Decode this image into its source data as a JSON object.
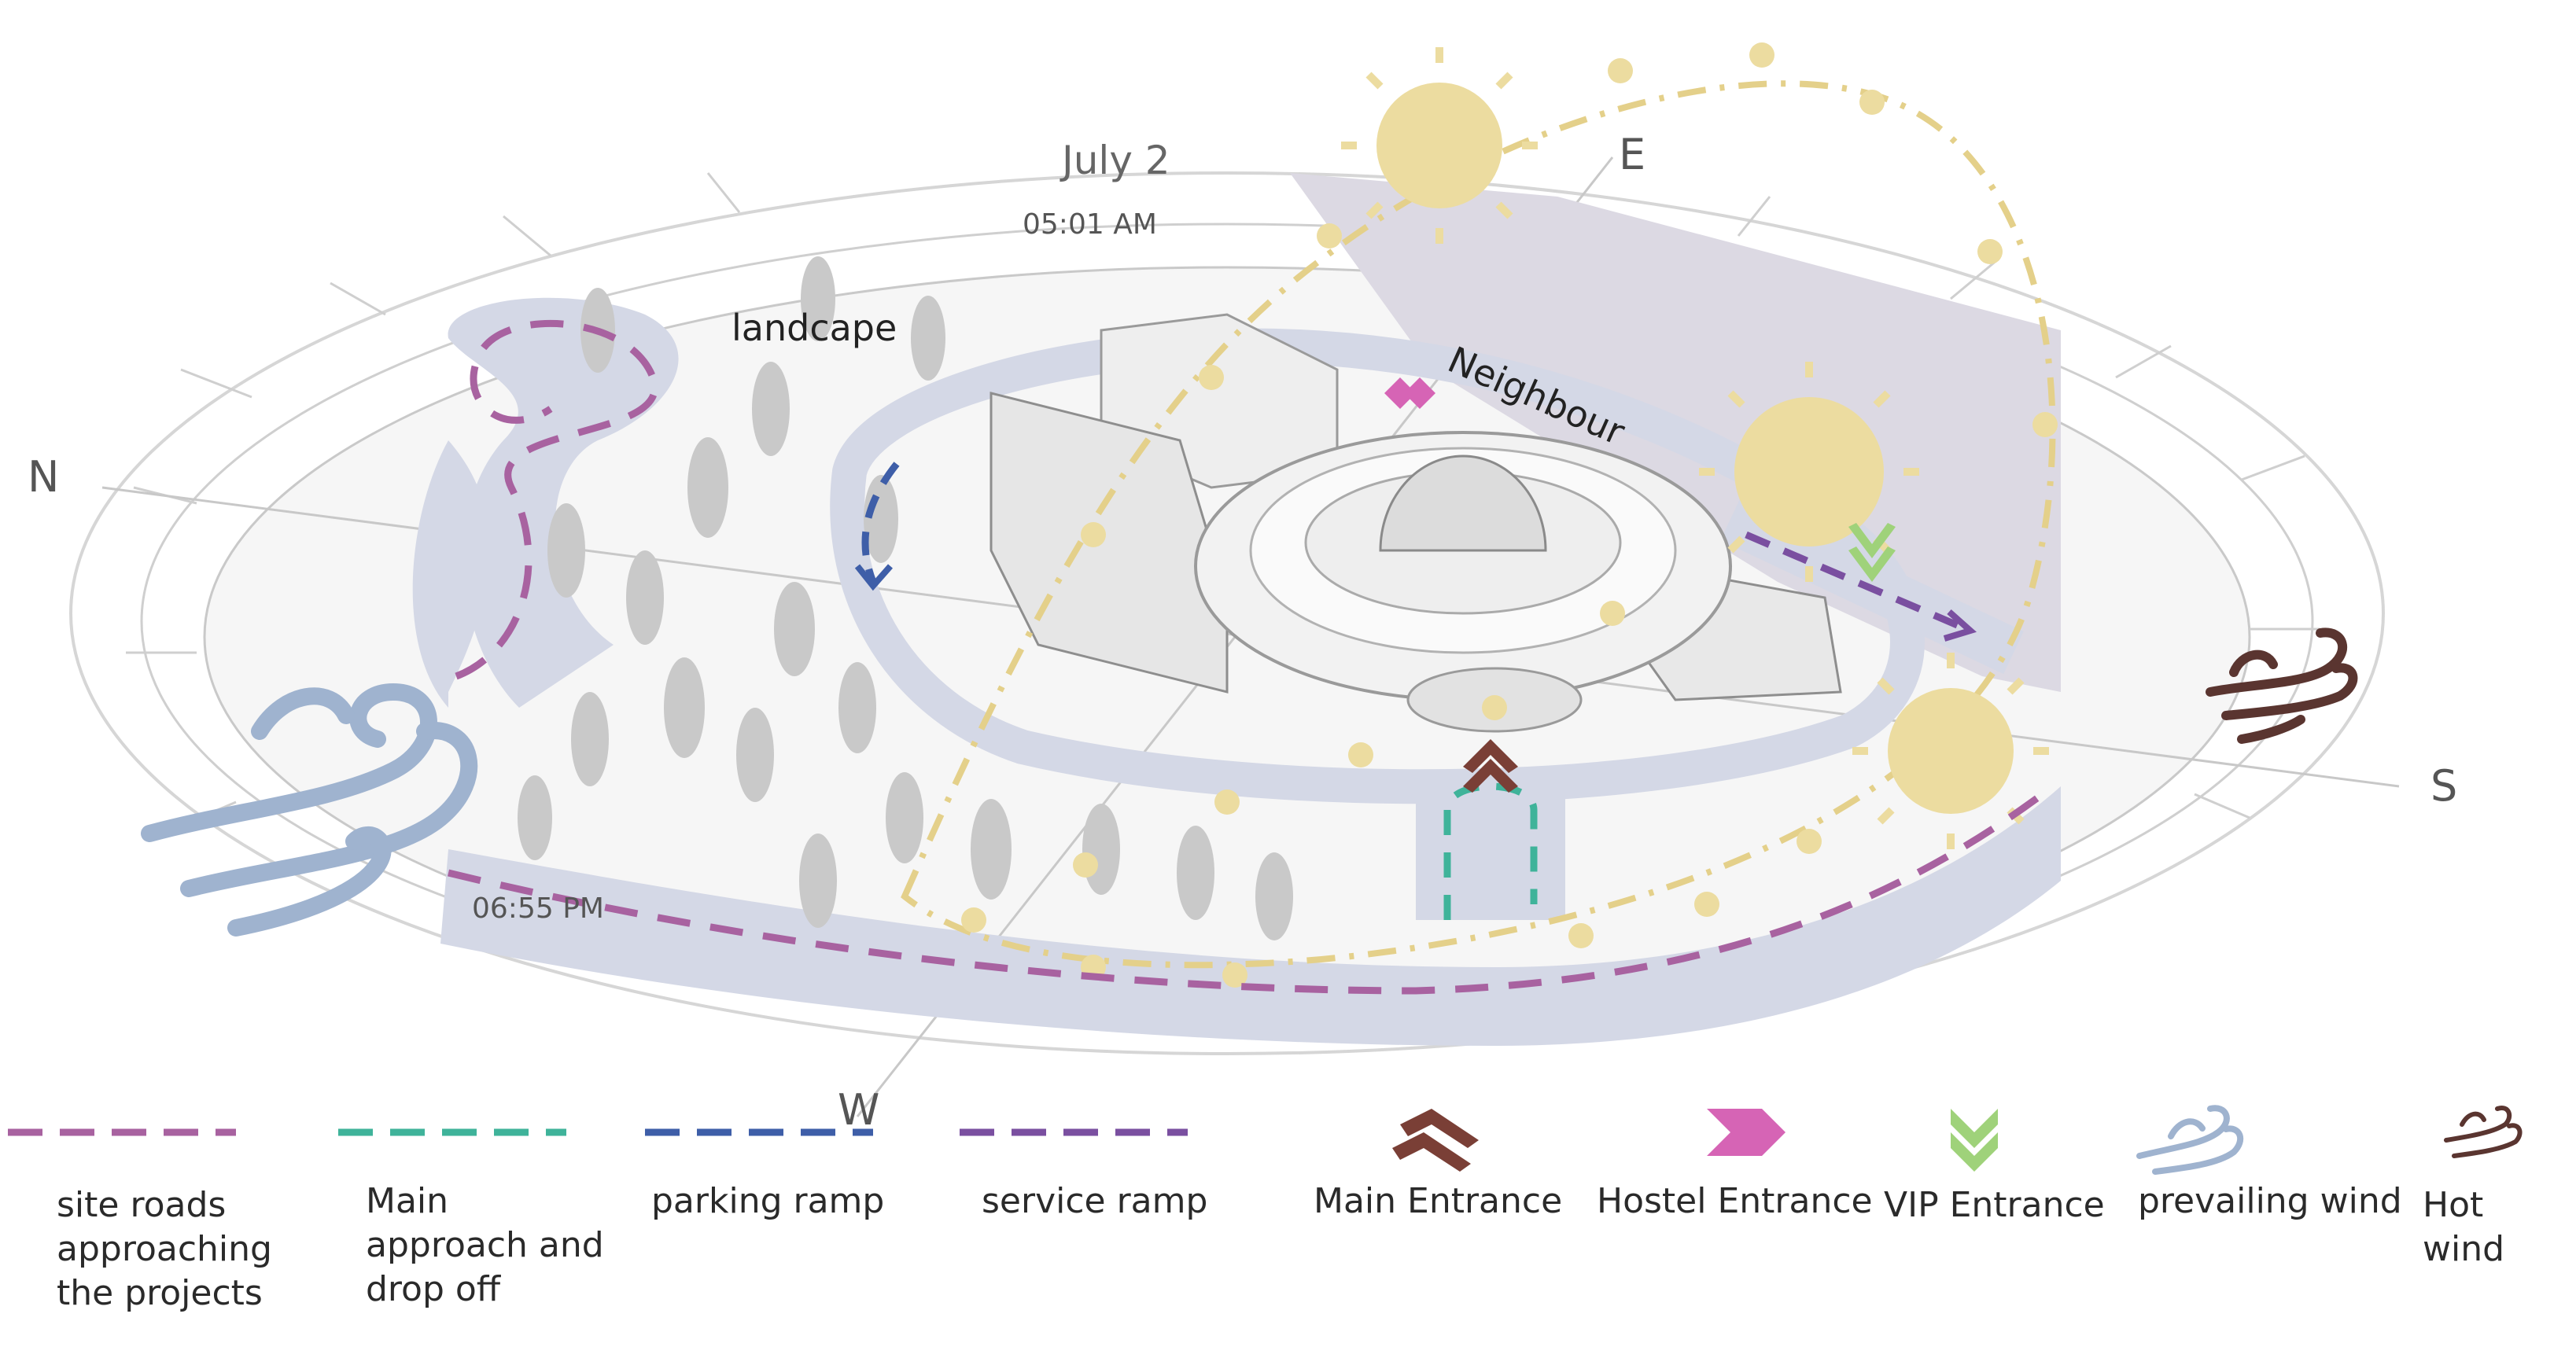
{
  "compass": {
    "north": "N",
    "east": "E",
    "south": "S",
    "west": "W"
  },
  "sun": {
    "date": "July 2",
    "sunrise_time": "05:01 AM",
    "sunset_time": "06:55 PM"
  },
  "areas": {
    "landscape": "landcape",
    "neighbour": "Neighbour"
  },
  "legend": [
    {
      "icon": "dashed-line",
      "color": "#a862a0",
      "label": "site roads\napproaching\nthe projects"
    },
    {
      "icon": "dashed-line",
      "color": "#3fb39a",
      "label": "Main\napproach and\ndrop off"
    },
    {
      "icon": "dashed-line",
      "color": "#3e5ea8",
      "label": "parking ramp"
    },
    {
      "icon": "dashed-line",
      "color": "#7a4fa0",
      "label": "service ramp"
    },
    {
      "icon": "chevron-arrow-icon",
      "color": "#7a3f36",
      "label": "Main Entrance"
    },
    {
      "icon": "chevron-arrow-icon",
      "color": "#d664b5",
      "label": "Hostel Entrance"
    },
    {
      "icon": "chevron-arrow-icon",
      "color": "#9fd27a",
      "label": "VIP Entrance"
    },
    {
      "icon": "wind-icon",
      "color": "#9fb3cf",
      "label": "prevailing wind"
    },
    {
      "icon": "wind-icon",
      "color": "#5a3530",
      "label": "Hot wind"
    }
  ],
  "colors": {
    "site_road": "#a862a0",
    "main_approach": "#3fb39a",
    "parking_ramp": "#3e5ea8",
    "service_ramp": "#7a4fa0",
    "road_fill": "#d4d8e6",
    "neighbour_fill": "#dcd9e3",
    "sun": "#ecdca0",
    "sun_path": "#e4d08a",
    "prevailing_wind": "#9fb3cf",
    "hot_wind": "#5a3530"
  }
}
